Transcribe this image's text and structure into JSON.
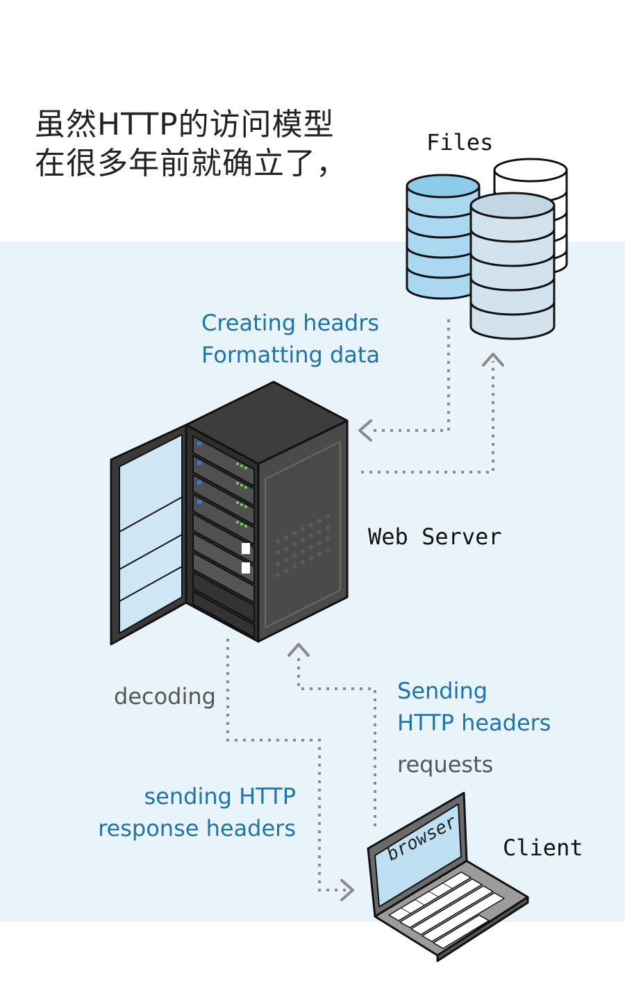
{
  "title": {
    "line1": "虽然HTTP的访问模型",
    "line2": "在很多年前就确立了，"
  },
  "nodes": {
    "files": "Files",
    "web_server": "Web Server",
    "client": "Client",
    "browser": "browser"
  },
  "labels": {
    "server_tasks": [
      "Creating headrs",
      "Formatting data"
    ],
    "decoding": "decoding",
    "sending_headers": [
      "Sending",
      "HTTP headers"
    ],
    "requests": "requests",
    "response": [
      "sending HTTP",
      "response headers"
    ]
  },
  "colors": {
    "panel_bg": "#e8f3fa",
    "label_blue": "#1d74a8",
    "arrow_gray": "#8a8a8a"
  }
}
